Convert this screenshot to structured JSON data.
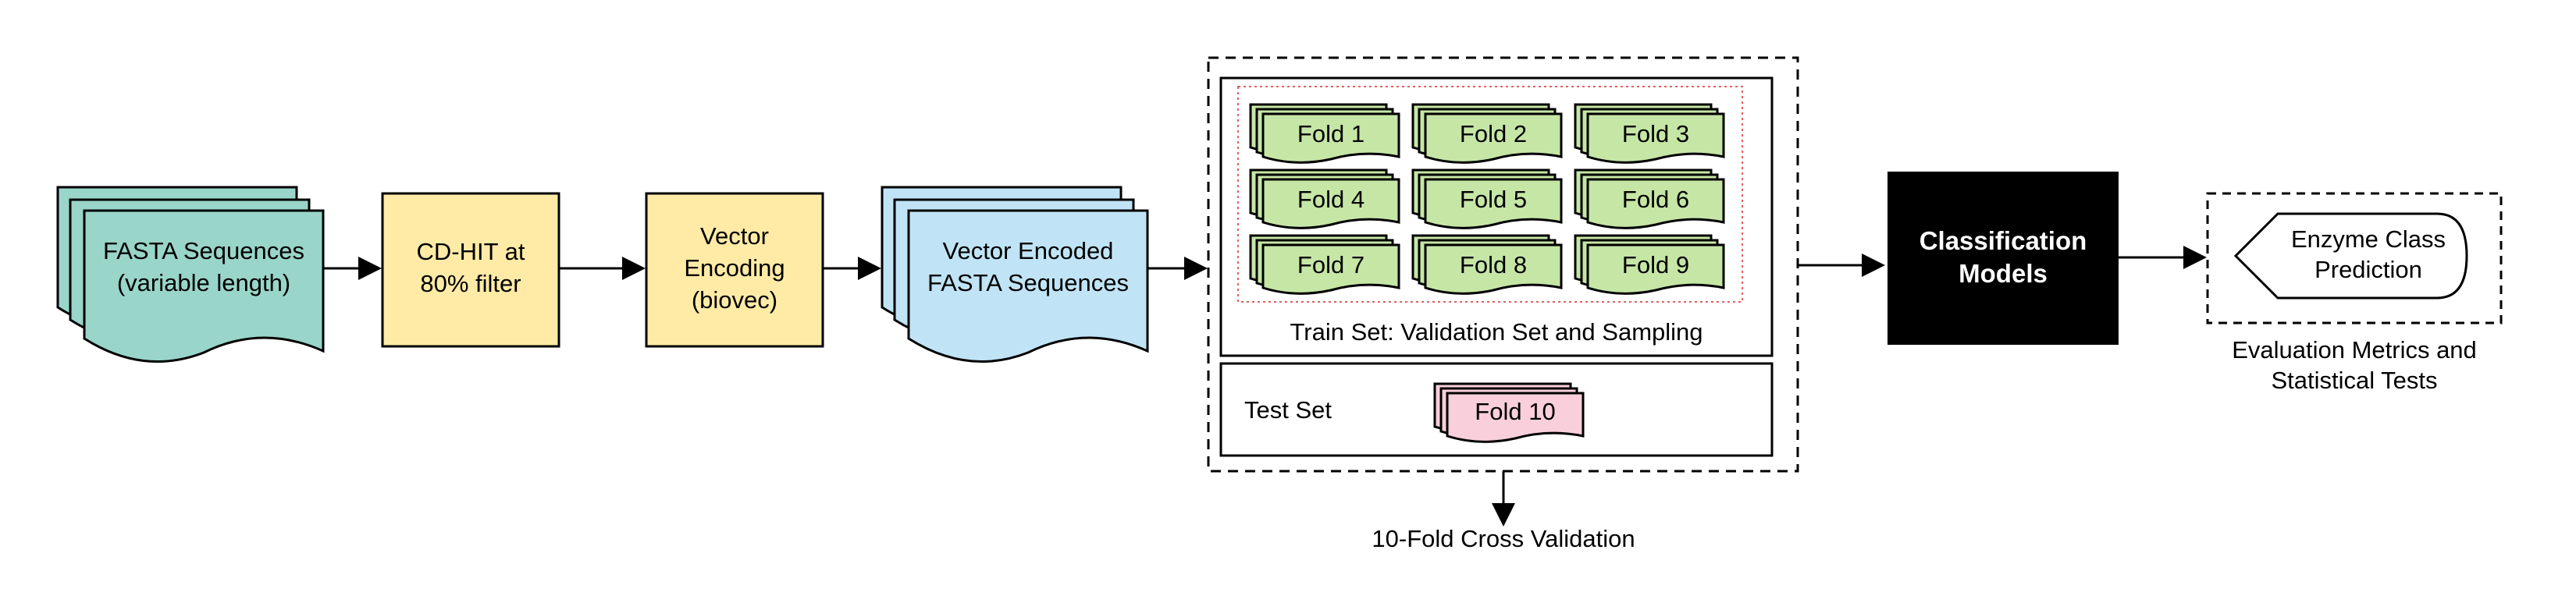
{
  "nodes": {
    "fasta": {
      "lines": [
        "FASTA Sequences",
        "(variable length)"
      ]
    },
    "cdhit": {
      "lines": [
        "CD-HIT at",
        "80% filter"
      ]
    },
    "vector_encoding": {
      "lines": [
        "Vector",
        "Encoding",
        "(biovec)"
      ]
    },
    "vector_fasta": {
      "lines": [
        "Vector Encoded",
        "FASTA Sequences"
      ]
    },
    "train_set": {
      "caption": "Train Set: Validation Set and Sampling"
    },
    "test_set": {
      "label": "Test Set"
    },
    "folds": [
      "Fold 1",
      "Fold 2",
      "Fold 3",
      "Fold 4",
      "Fold 5",
      "Fold 6",
      "Fold 7",
      "Fold 8",
      "Fold 9"
    ],
    "test_fold": "Fold 10",
    "cross_validation": {
      "label": "10-Fold Cross Validation"
    },
    "classification": {
      "lines": [
        "Classification",
        "Models"
      ]
    },
    "prediction": {
      "lines": [
        "Enzyme Class",
        "Prediction"
      ]
    },
    "evaluation": {
      "lines": [
        "Evaluation Metrics and",
        "Statistical Tests"
      ]
    }
  },
  "colors": {
    "fasta_fill": "#99d5c9",
    "filter_fill": "#ffeba6",
    "encoded_fill": "#c0e4f5",
    "fold_fill": "#c6e6a6",
    "test_fold_fill": "#f8cfdb",
    "classifier_fill": "#000000",
    "sampling_border": "#e06060"
  }
}
